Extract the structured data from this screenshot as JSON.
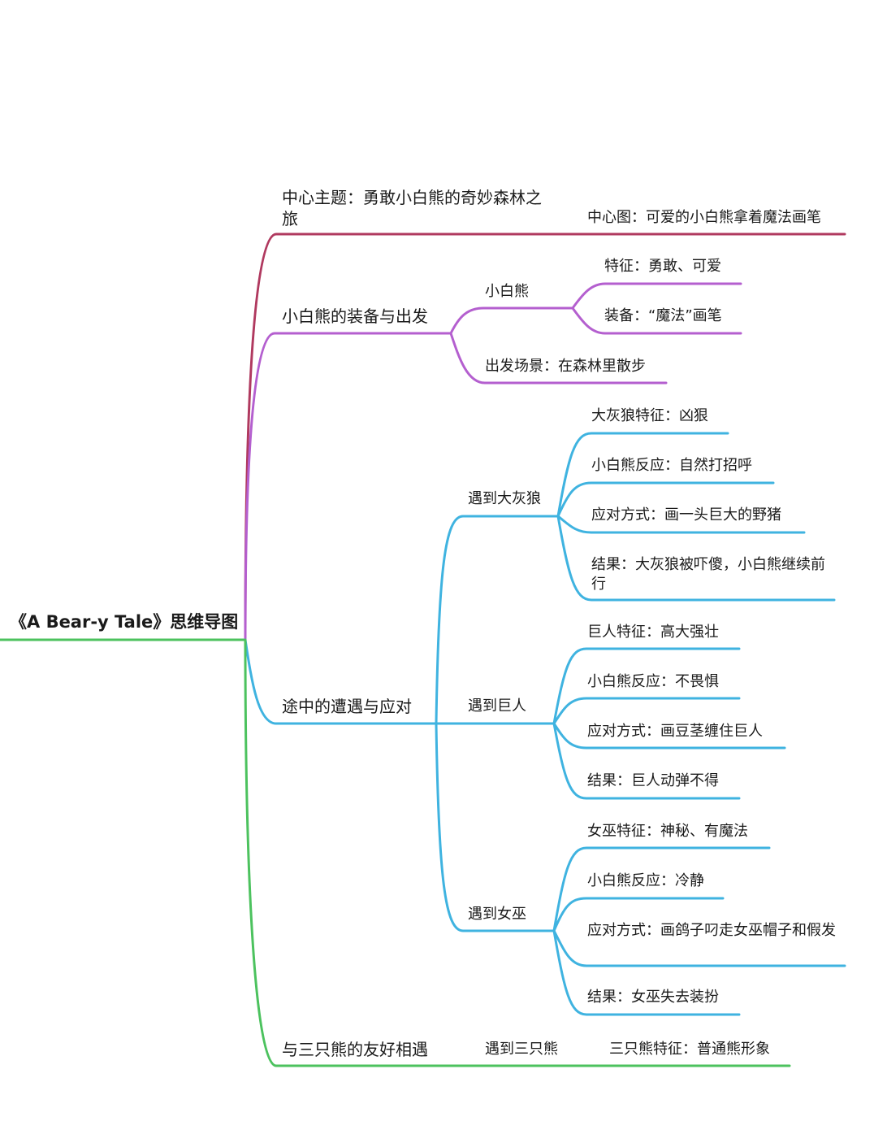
{
  "root": "《A Bear-y Tale》思维导图",
  "branches": {
    "theme": {
      "label": "中心主题：勇敢小白熊的奇妙森林之旅",
      "center_image": "中心图：可爱的小白熊拿着魔法画笔",
      "color": "#b0395f"
    },
    "equipment": {
      "label": "小白熊的装备与出发",
      "color": "#b45fcf",
      "bear": {
        "label": "小白熊",
        "trait": "特征：勇敢、可爱",
        "gear": "装备：“魔法”画笔"
      },
      "scene": "出发场景：在森林里散步"
    },
    "encounters": {
      "label": "途中的遭遇与应对",
      "color": "#3fb3e0",
      "wolf": {
        "label": "遇到大灰狼",
        "items": [
          "大灰狼特征：凶狠",
          "小白熊反应：自然打招呼",
          "应对方式：画一头巨大的野猪",
          "结果：大灰狼被吓傻，小白熊继续前行"
        ]
      },
      "giant": {
        "label": "遇到巨人",
        "items": [
          "巨人特征：高大强壮",
          "小白熊反应：不畏惧",
          "应对方式：画豆茎缠住巨人",
          "结果：巨人动弹不得"
        ]
      },
      "witch": {
        "label": "遇到女巫",
        "items": [
          "女巫特征：神秘、有魔法",
          "小白熊反应：冷静",
          "应对方式：画鸽子叼走女巫帽子和假发",
          "结果：女巫失去装扮"
        ]
      }
    },
    "friends": {
      "label": "与三只熊的友好相遇",
      "color": "#4cc25e",
      "meet": "遇到三只熊",
      "trait": "三只熊特征：普通熊形象"
    }
  }
}
